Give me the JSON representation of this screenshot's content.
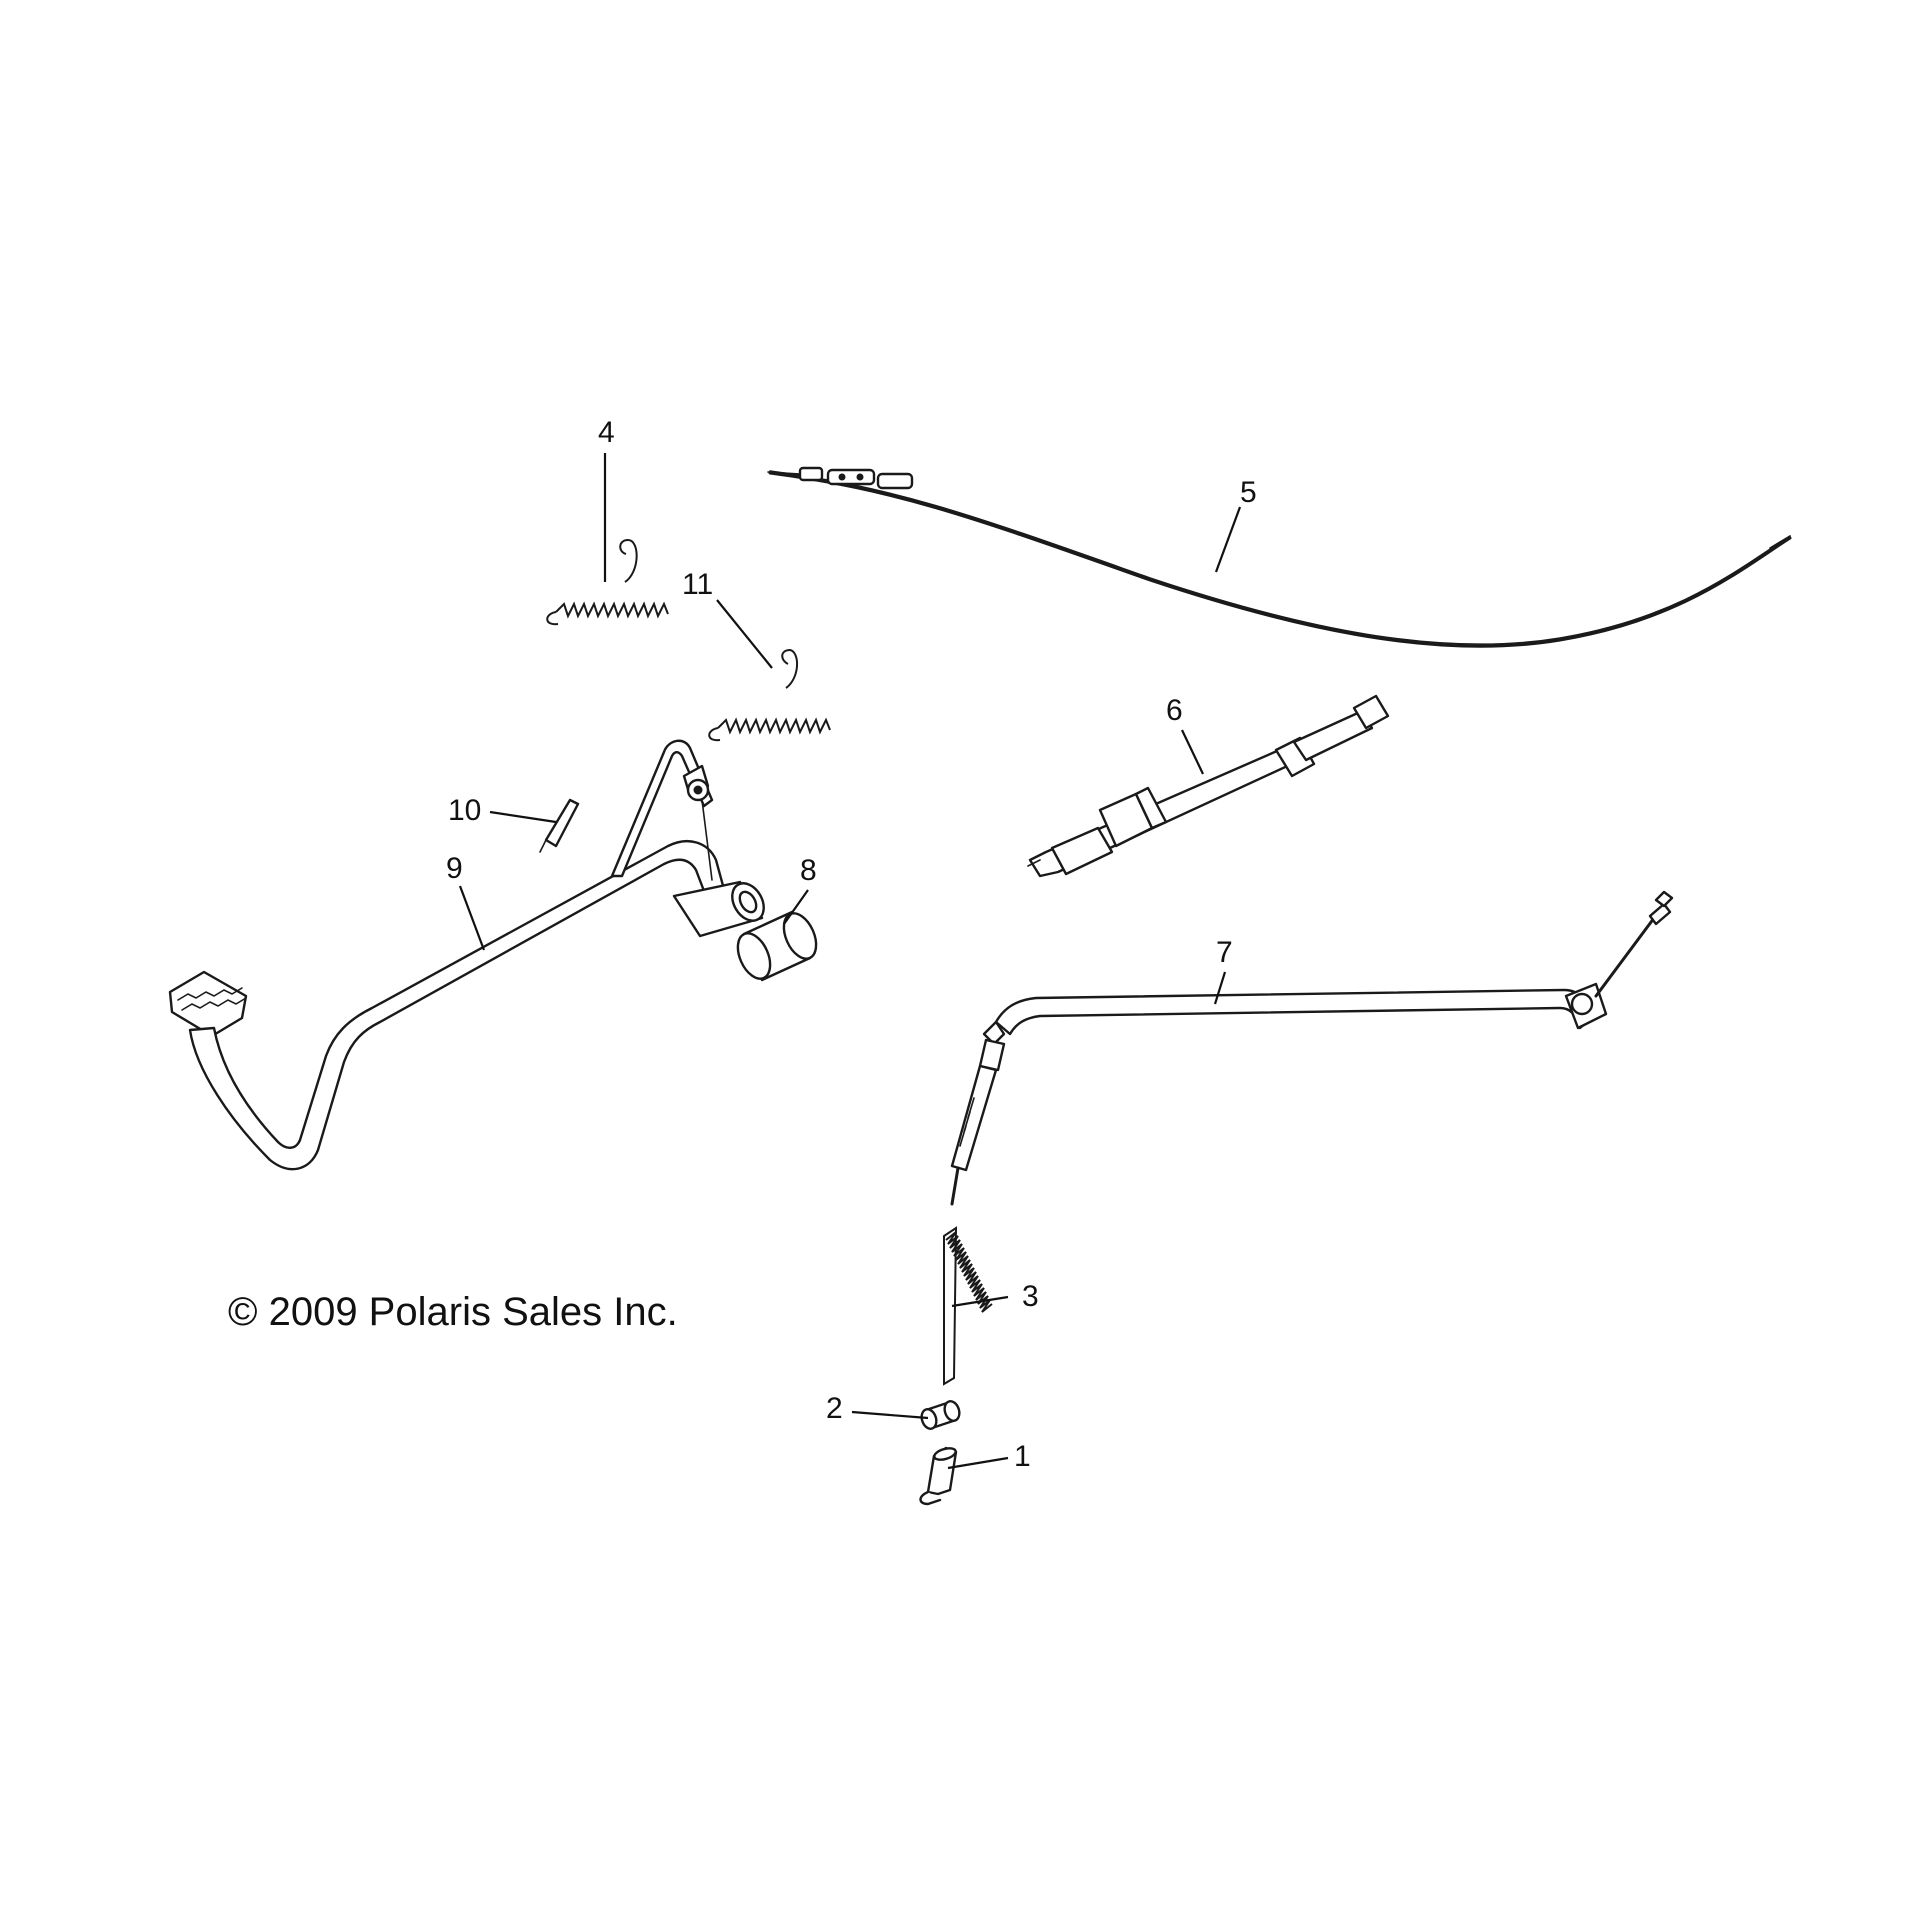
{
  "diagram": {
    "copyright": "© 2009 Polaris Sales Inc.",
    "callouts": [
      {
        "id": "1",
        "label": "1"
      },
      {
        "id": "2",
        "label": "2"
      },
      {
        "id": "3",
        "label": "3"
      },
      {
        "id": "4",
        "label": "4"
      },
      {
        "id": "5",
        "label": "5"
      },
      {
        "id": "6",
        "label": "6"
      },
      {
        "id": "7",
        "label": "7"
      },
      {
        "id": "8",
        "label": "8"
      },
      {
        "id": "9",
        "label": "9"
      },
      {
        "id": "10",
        "label": "10"
      },
      {
        "id": "11",
        "label": "11"
      }
    ]
  }
}
